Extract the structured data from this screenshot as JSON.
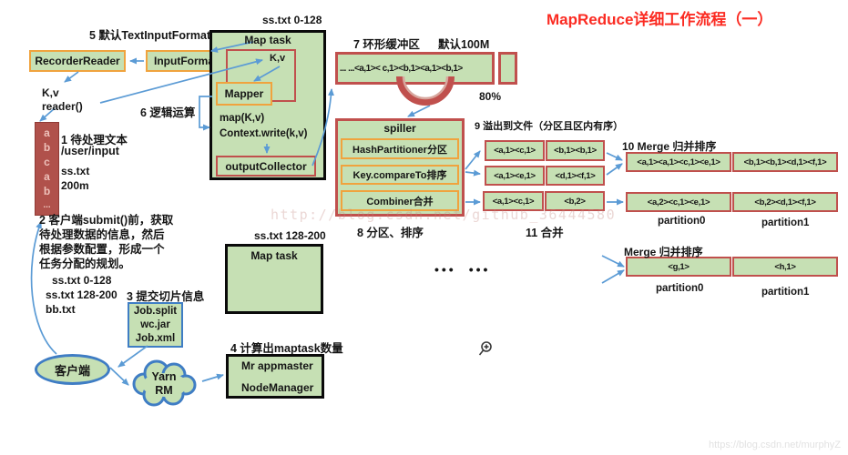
{
  "title": "MapReduce详细工作流程（一）",
  "watermarks": {
    "center": "http://blog.csdn.net/github_36444580",
    "corner": "https://blog.csdn.net/murphyZ"
  },
  "colors": {
    "green_fill": "#c6e0b4",
    "orange_border": "#f0a33e",
    "red_border": "#c0504d",
    "dark_red_fill": "#b0514b",
    "blue_arrow": "#5b9bd5",
    "blue_border": "#3f7dc4",
    "title_red": "#fb2b22"
  },
  "steps": {
    "s1": "1 待处理文本",
    "s2_lines": [
      "2 客户端submit()前，获取",
      "待处理数据的信息，然后",
      "根据参数配置，形成一个",
      "任务分配的规划。"
    ],
    "s3": "3 提交切片信息",
    "s4": "4 计算出maptask数量",
    "s5": "5 默认TextInputFormat",
    "s6": "6 逻辑运算",
    "s7": "7 环形缓冲区",
    "s8": "8 分区、排序",
    "s9": "9 溢出到文件（分区且区内有序）",
    "s10": "10 Merge 归并排序",
    "s11": "11 合并"
  },
  "left": {
    "recorder_reader": "RecorderReader",
    "input_format": "InputFormat",
    "kv": "K,v",
    "reader": "reader()",
    "bar_letters": [
      "a",
      "b",
      "c",
      "a",
      "b",
      "..."
    ],
    "input_path": "/user/input",
    "input_file": "ss.txt",
    "input_size": "200m",
    "splits": [
      "ss.txt 0-128",
      "ss.txt 128-200",
      "bb.txt"
    ],
    "job_files": [
      "Job.split",
      "wc.jar",
      "Job.xml"
    ],
    "client": "客户端",
    "yarn_line1": "Yarn",
    "yarn_line2": "RM",
    "appmaster": "Mr appmaster",
    "nodemanager": "NodeManager"
  },
  "map_task1": {
    "caption": "ss.txt 0-128",
    "title": "Map task",
    "kv": "K,v",
    "mapper": "Mapper",
    "map_fn": "map(K,v)",
    "context_write": "Context.write(k,v)",
    "collector": "outputCollector"
  },
  "map_task2": {
    "caption": "ss.txt 128-200",
    "title": "Map task"
  },
  "buffer": {
    "default_size": "默认100M",
    "content": "... ...<a,1>< c,1><b,1><a,1><b,1>",
    "percent": "80%"
  },
  "spiller": {
    "title": "spiller",
    "stages": [
      "HashPartitioner分区",
      "Key.compareTo排序",
      "Combiner合并"
    ]
  },
  "spill_files": {
    "rows": [
      [
        "<a,1><c,1>",
        "<b,1><b,1>"
      ],
      [
        "<a,1><e,1>",
        "<d,1><f,1>"
      ],
      [
        "<a,1><c,1>",
        "<b,2>"
      ]
    ]
  },
  "merge_top": {
    "rows": [
      [
        "<a,1><a,1><c,1><e,1>",
        "<b,1><b,1><d,1><f,1>"
      ],
      [
        "<a,2><c,1><e,1>",
        "<b,2><d,1><f,1>"
      ]
    ],
    "partitions": [
      "partition0",
      "partition1"
    ]
  },
  "merge_bottom": {
    "label": "Merge 归并排序",
    "row": [
      "<g,1>",
      "<h,1>"
    ],
    "partitions": [
      "partition0",
      "partition1"
    ]
  },
  "dots": [
    "•••",
    "•••"
  ]
}
